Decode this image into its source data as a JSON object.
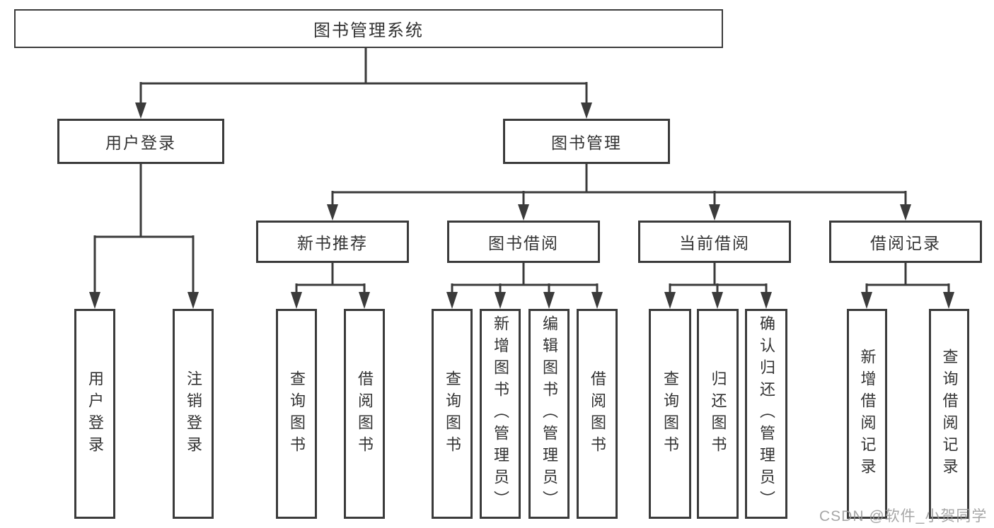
{
  "diagram": {
    "root": {
      "label": "图书管理系统"
    },
    "branches": {
      "user_login": {
        "label": "用户登录",
        "children": [
          {
            "label": "用户登录"
          },
          {
            "label": "注销登录"
          }
        ]
      },
      "book_management": {
        "label": "图书管理",
        "sections": [
          {
            "label": "新书推荐",
            "children": [
              {
                "label": "查询图书"
              },
              {
                "label": "借阅图书"
              }
            ]
          },
          {
            "label": "图书借阅",
            "children": [
              {
                "label": "查询图书"
              },
              {
                "label": "新增图书（管理员）"
              },
              {
                "label": "编辑图书（管理员）"
              },
              {
                "label": "借阅图书"
              }
            ]
          },
          {
            "label": "当前借阅",
            "children": [
              {
                "label": "查询图书"
              },
              {
                "label": "归还图书"
              },
              {
                "label": "确认归还（管理员）"
              }
            ]
          },
          {
            "label": "借阅记录",
            "children": [
              {
                "label": "新增借阅记录"
              },
              {
                "label": "查询借阅记录"
              }
            ]
          }
        ]
      }
    },
    "colors": {
      "line": "#3b3b3b",
      "box_border": "#3b3b3b",
      "text": "#333333",
      "watermark": "#969696",
      "background": "#ffffff"
    },
    "watermark": "CSDN @软件_小贺同学"
  }
}
